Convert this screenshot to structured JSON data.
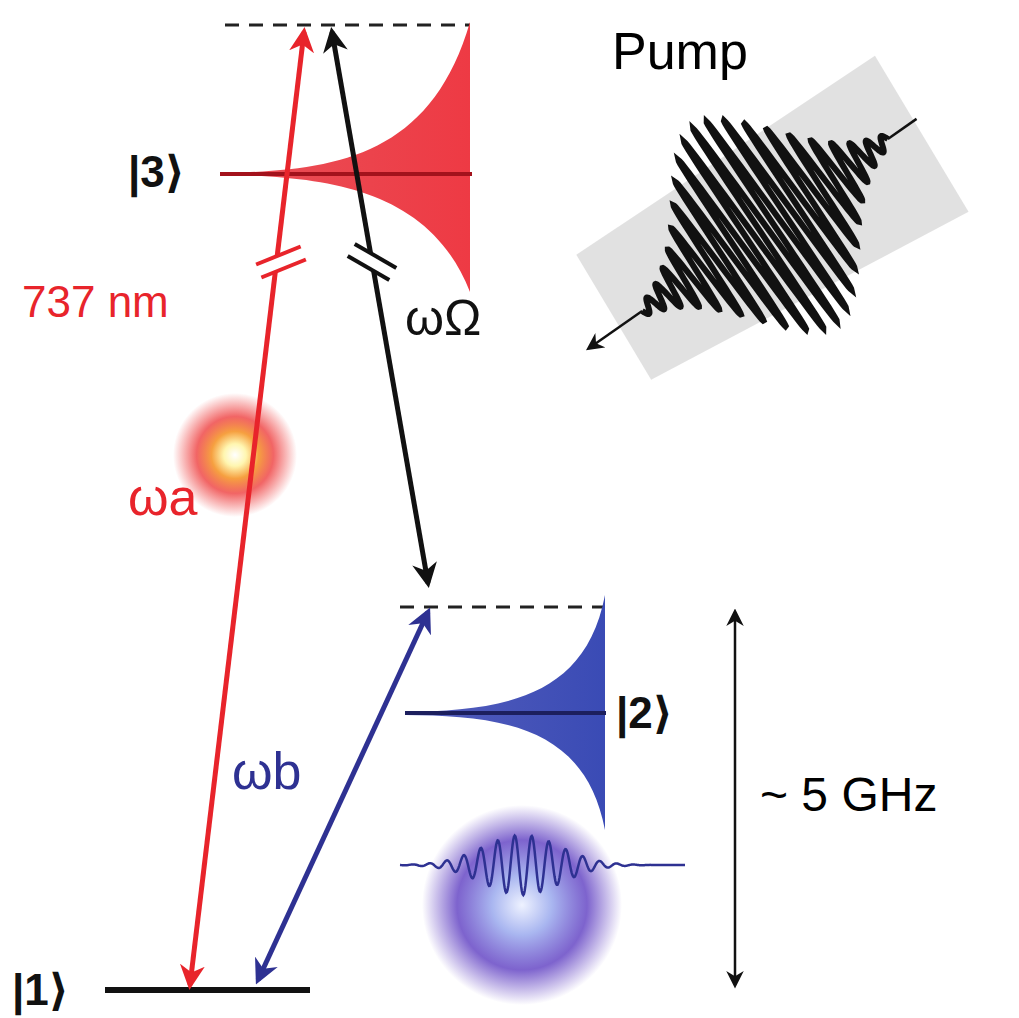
{
  "diagram": {
    "labels": [
      "Pump",
      "|3⟩",
      "737 nm",
      "ωΩ",
      "ωa",
      "ωb",
      "|2⟩",
      "~ 5 GHz",
      "|1⟩"
    ]
  }
}
